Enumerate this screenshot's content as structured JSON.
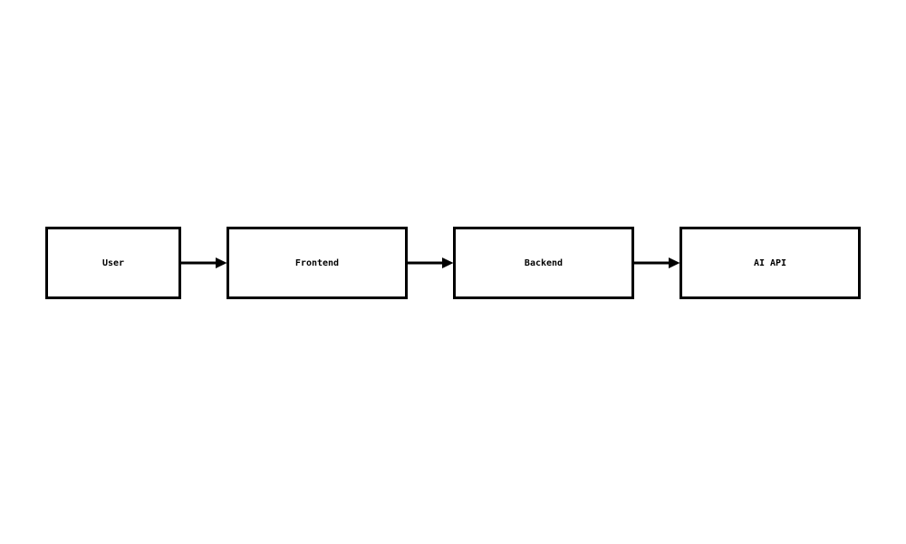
{
  "diagram": {
    "title": "",
    "nodes": [
      {
        "id": "user",
        "label": "User"
      },
      {
        "id": "frontend",
        "label": "Frontend"
      },
      {
        "id": "backend",
        "label": "Backend"
      },
      {
        "id": "ai-api",
        "label": "AI API"
      }
    ],
    "edges": [
      {
        "from": "user",
        "to": "frontend",
        "style": "arrow-right"
      },
      {
        "from": "frontend",
        "to": "backend",
        "style": "arrow-right"
      },
      {
        "from": "backend",
        "to": "ai-api",
        "style": "arrow-right"
      }
    ],
    "colors": {
      "background": "#ffffff",
      "node_fill": "#ffffff",
      "stroke": "#000000",
      "text": "#000000"
    }
  }
}
